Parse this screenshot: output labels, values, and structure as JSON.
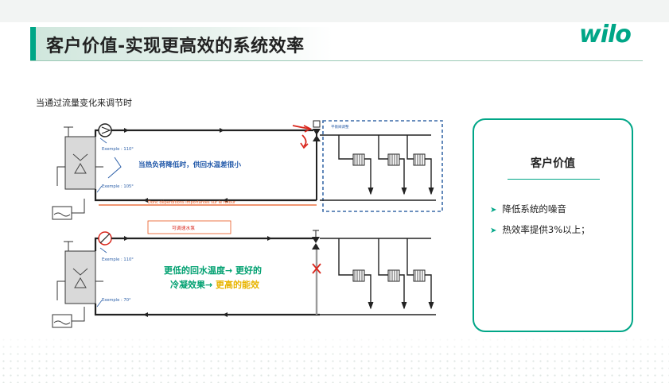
{
  "page": {
    "title": "客户价值-实现更高效的系统效率",
    "logo": "wilo",
    "subtitle": "当通过流量变化来调节时",
    "brand_color": "#00a687"
  },
  "diagram": {
    "top": {
      "temp_supply": "Exemple : 110°",
      "temp_return": "Exemple : 105°",
      "annotation": "当热负荷降低时，供回水温差很小",
      "loss_note": "Donc déperditions importantes sur le retour",
      "valve_label": "平衡阀调整"
    },
    "bottom": {
      "pump_label": "可调速水泵",
      "temp_supply": "Exemple : 110°",
      "temp_return": "Exemple : 70°",
      "benefit": {
        "line1_a": "更低的回水温度",
        "arrow1": "→",
        "line1_b": " 更好的",
        "line2_a": "冷凝效果",
        "arrow2": "→",
        "line2_b": " 更高的能效"
      }
    }
  },
  "card": {
    "title": "客户价值",
    "items": [
      "降低系统的噪音",
      "热效率提供3%以上；"
    ]
  }
}
